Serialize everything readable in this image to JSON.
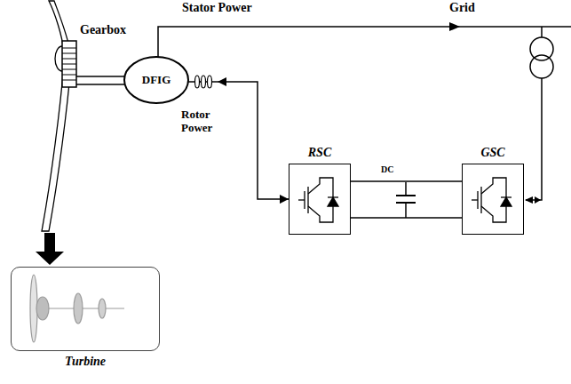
{
  "diagram": {
    "nodes": [
      {
        "text": [
          "DFIG"
        ]
      },
      {
        "text": [
          "RSC"
        ]
      },
      {
        "text": [
          "GSC"
        ]
      },
      {
        "text": [
          "Turbine"
        ]
      }
    ],
    "edges": [
      {
        "from": 0,
        "to": 1,
        "arrow": "both",
        "label": "Rotor Power"
      },
      {
        "from": 1,
        "to": 2,
        "arrow": "none",
        "label": "DC"
      }
    ],
    "labels": [
      "Stator Power",
      "Grid",
      "Gearbox"
    ]
  }
}
